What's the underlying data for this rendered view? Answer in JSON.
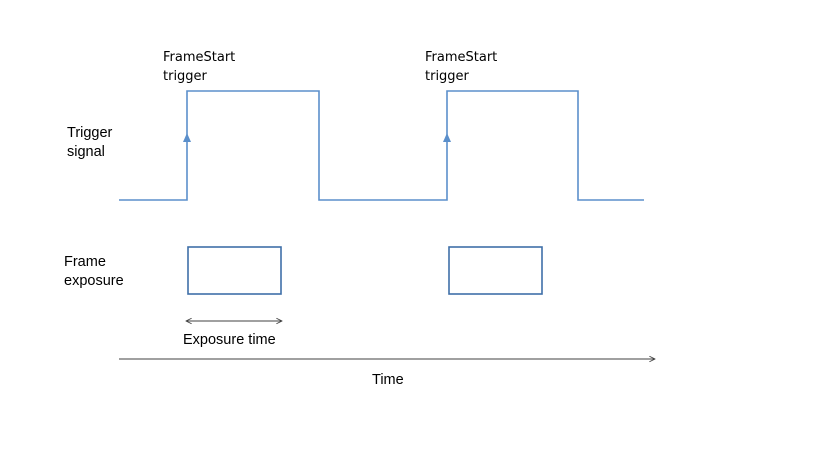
{
  "labels": {
    "frame_start_trigger_1": "FrameStart\ntrigger",
    "frame_start_trigger_2": "FrameStart\ntrigger",
    "trigger_signal": "Trigger\nsignal",
    "frame_exposure": "Frame\nexposure",
    "exposure_time": "Exposure time",
    "time_axis": "Time"
  },
  "colors": {
    "signal": "#5b8fcb",
    "exposure_box": "#3f6fa8",
    "arrow": "#404040",
    "text": "#000000"
  }
}
